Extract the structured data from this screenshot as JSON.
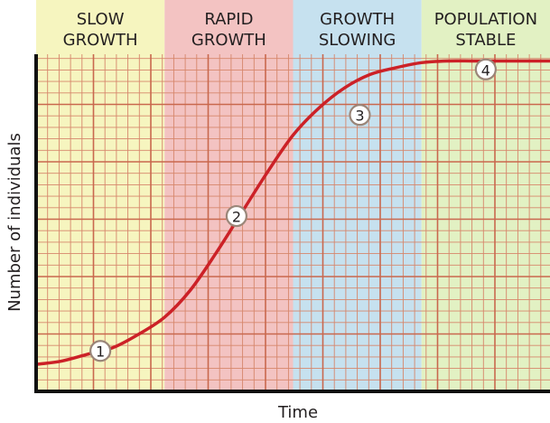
{
  "chart_data": {
    "type": "line",
    "xlabel": "Time",
    "ylabel": "Number of individuals",
    "xlim": [
      0,
      100
    ],
    "ylim": [
      0,
      100
    ],
    "phases": [
      {
        "label_lines": [
          "SLOW",
          "GROWTH"
        ],
        "range": [
          0,
          25
        ],
        "color": "#f6f5bf"
      },
      {
        "label_lines": [
          "RAPID",
          "GROWTH"
        ],
        "range": [
          25,
          50
        ],
        "color": "#f3c3c2"
      },
      {
        "label_lines": [
          "GROWTH",
          "SLOWING"
        ],
        "range": [
          50,
          75
        ],
        "color": "#c6e1ef"
      },
      {
        "label_lines": [
          "POPULATION",
          "STABLE"
        ],
        "range": [
          75,
          100
        ],
        "color": "#e2f1c3"
      }
    ],
    "series": [
      {
        "color": "#cc2127",
        "x": [
          0,
          5,
          10,
          15,
          20,
          25,
          30,
          35,
          40,
          45,
          50,
          55,
          60,
          65,
          70,
          75,
          80,
          85,
          90,
          95,
          100
        ],
        "y": [
          8,
          9,
          11,
          13,
          17,
          22,
          30,
          41,
          53,
          65,
          76,
          84,
          90,
          94,
          96,
          97.5,
          98,
          98,
          98,
          98,
          98
        ]
      }
    ],
    "markers": [
      {
        "label": "1",
        "x": 12.5,
        "y": 12
      },
      {
        "label": "2",
        "x": 39,
        "y": 52
      },
      {
        "label": "3",
        "x": 63,
        "y": 82
      },
      {
        "label": "4",
        "x": 87.5,
        "y": 95.5
      }
    ],
    "grid": true
  }
}
